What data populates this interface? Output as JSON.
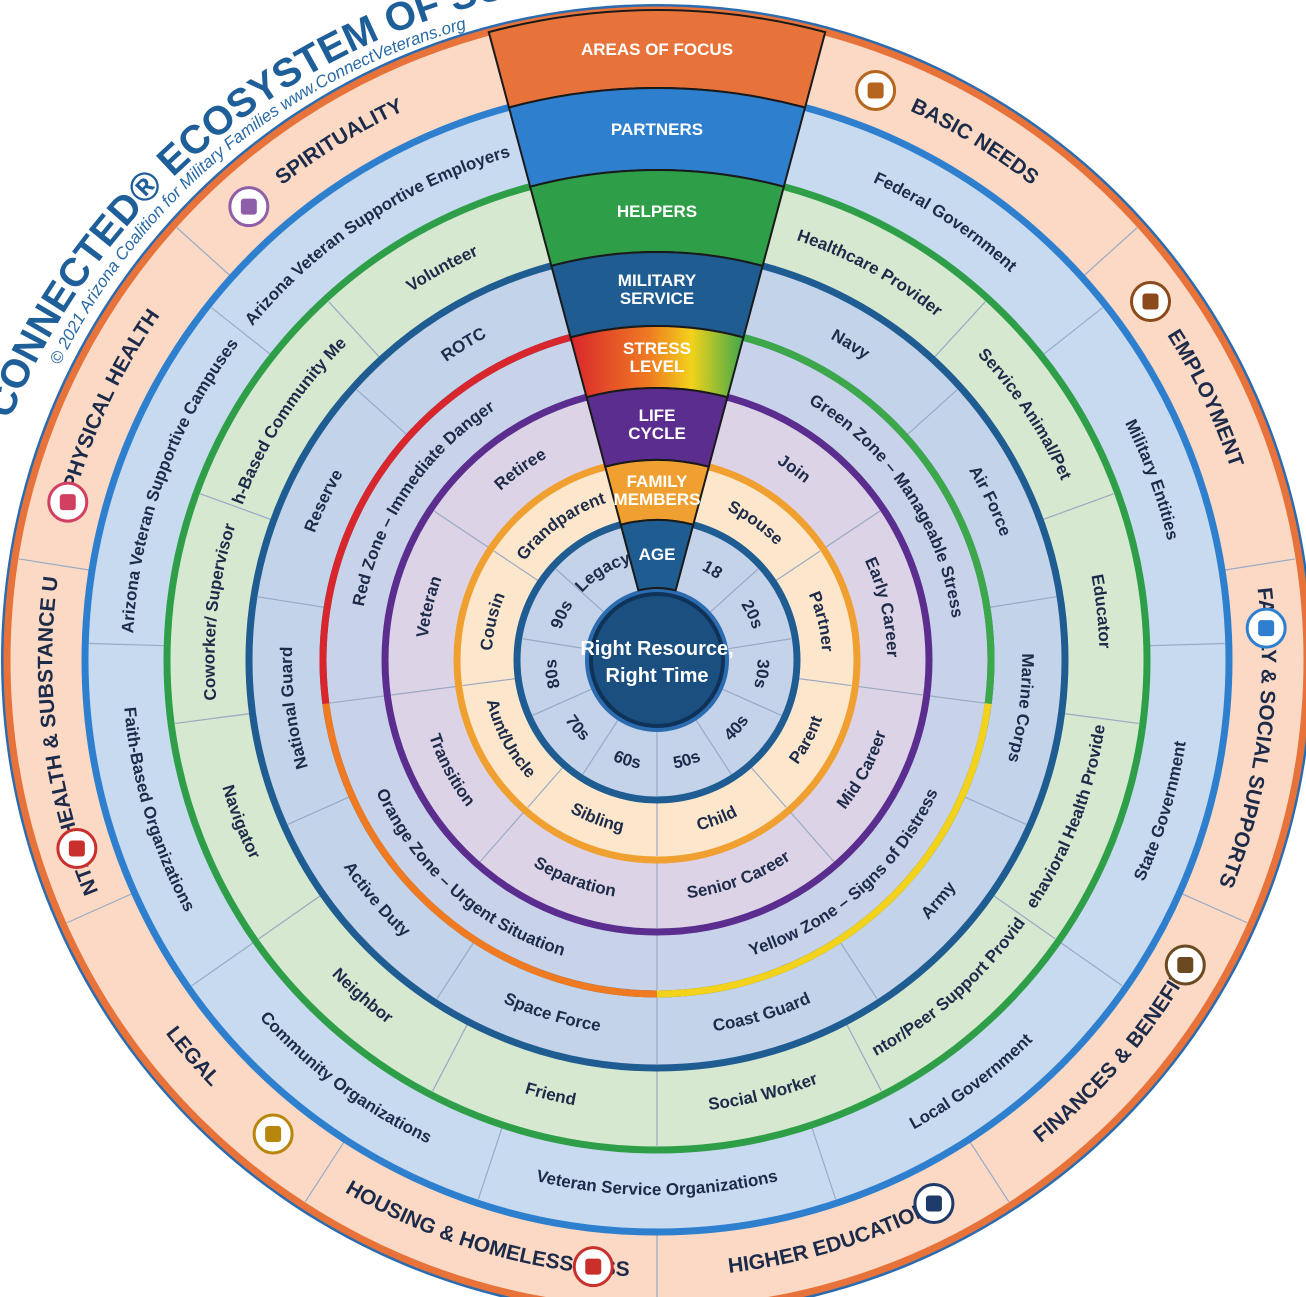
{
  "title": {
    "main": "CONNECTED® ECOSYSTEM OF SUPPORT",
    "sub": "© 2021 Arizona Coalition for Military Families  www.ConnectVeterans.org"
  },
  "center": {
    "line1": "Right Resource,",
    "line2": "Right Time"
  },
  "wedge_labels": [
    [
      "AREAS OF FOCUS"
    ],
    [
      "PARTNERS"
    ],
    [
      "HELPERS"
    ],
    [
      "MILITARY",
      "SERVICE"
    ],
    [
      "STRESS",
      "LEVEL"
    ],
    [
      "LIFE",
      "CYCLE"
    ],
    [
      "FAMILY",
      "MEMBERS"
    ],
    [
      "AGE"
    ]
  ],
  "rings": {
    "areas_of_focus": [
      "BASIC NEEDS",
      "EMPLOYMENT",
      "FAMILY & SOCIAL SUPPORTS",
      "FINANCES & BENEFITS",
      "HIGHER EDUCATION",
      "HOUSING & HOMELESSNESS",
      "LEGAL",
      "MENTAL HEALTH & SUBSTANCE USE",
      "PHYSICAL HEALTH",
      "SPIRITUALITY"
    ],
    "partners": [
      "Federal Government",
      "Military Entities",
      "State Government",
      "Local Government",
      "Veteran Service Organizations",
      "Community Organizations",
      "Faith-Based Organizations",
      "Arizona Veteran Supportive Campuses",
      "Arizona Veteran Supportive Employers"
    ],
    "helpers": [
      "Healthcare Provider",
      "Service Animal/Pet",
      "Educator",
      "Behavioral Health Provider",
      "Mentor/Peer Support Provider",
      "Social Worker",
      "Friend",
      "Neighbor",
      "Navigator",
      "Coworker/ Supervisor",
      "Faith-Based Community Member",
      "Volunteer"
    ],
    "military_service": [
      "Navy",
      "Air Force",
      "Marine Corps",
      "Army",
      "Coast Guard",
      "Space Force",
      "Active Duty",
      "National Guard",
      "Reserve",
      "ROTC"
    ],
    "stress_level": [
      "Green Zone – Manageable Stress",
      "Yellow Zone – Signs of Distress",
      "Orange Zone – Urgent Situation",
      "Red Zone – Immediate Danger"
    ],
    "life_cycle": [
      "Join",
      "Early Career",
      "Mid Career",
      "Senior Career",
      "Separation",
      "Transition",
      "Veteran",
      "Retiree"
    ],
    "family_members": [
      "Spouse",
      "Partner",
      "Parent",
      "Child",
      "Sibling",
      "Aunt/Uncle",
      "Cousin",
      "Grandparent"
    ],
    "age": [
      "18",
      "20s",
      "30s",
      "40s",
      "50s",
      "60s",
      "70s",
      "80s",
      "90s",
      "Legacy"
    ]
  },
  "icons": [
    "grocery-bag-icon",
    "briefcase-icon",
    "helping-hands-icon",
    "wallet-icon",
    "graduation-icon",
    "house-icon",
    "gavel-icon",
    "head-heart-icon",
    "heart-icon",
    "candle-icon"
  ],
  "colors": {
    "areas_of_focus": "#e8733a",
    "partners": "#2f7fcf",
    "helpers": "#2e9e48",
    "military_service": "#1f5c92",
    "life_cycle": "#5b2d8e",
    "family_members": "#f0a030",
    "age": "#1f5c92",
    "stress_green": "#3da84a",
    "stress_yellow": "#f2d21b",
    "stress_orange": "#ef7a22",
    "stress_red": "#d9262c"
  }
}
